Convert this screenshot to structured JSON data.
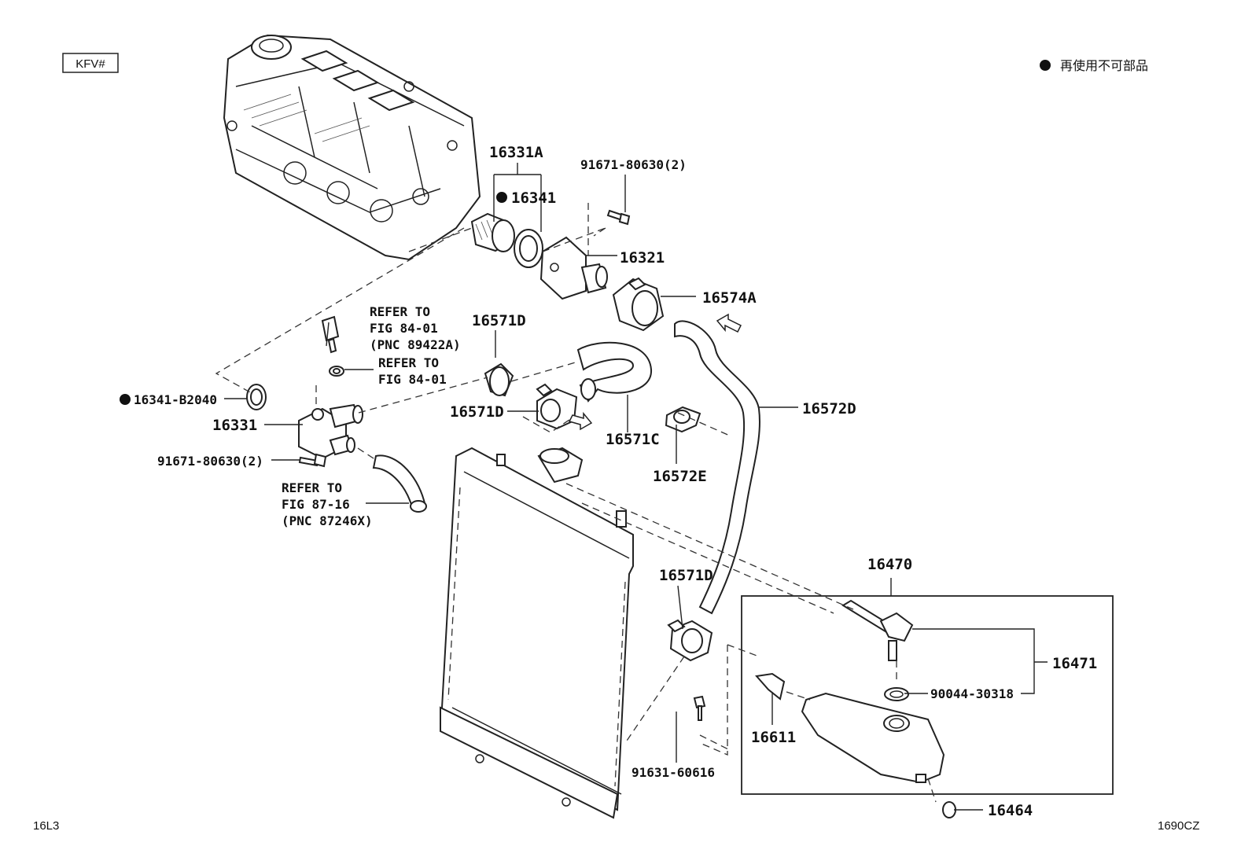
{
  "header": {
    "model_code": "KFV#",
    "legend_text": "再使用不可部品"
  },
  "footer": {
    "left_code": "16L3",
    "right_code": "1690CZ"
  },
  "parts": {
    "p16331A": "16331A",
    "p16341": "16341",
    "p91671_top": "91671-80630(2)",
    "p16321": "16321",
    "p16574A": "16574A",
    "p16572D": "16572D",
    "p16571D_a": "16571D",
    "p16571D_b": "16571D",
    "p16571C": "16571C",
    "p16572E": "16572E",
    "p16341_B2040": "16341-B2040",
    "p16331": "16331",
    "p91671_mid": "91671-80630(2)",
    "p16571D_c": "16571D",
    "p16470": "16470",
    "p16471": "16471",
    "p90044": "90044-30318",
    "p16611": "16611",
    "p91631": "91631-60616",
    "p16464": "16464"
  },
  "refs": {
    "ref1": {
      "l1": "REFER TO",
      "l2": "FIG 84-01",
      "l3": "(PNC 89422A)"
    },
    "ref2": {
      "l1": "REFER TO",
      "l2": "FIG 84-01"
    },
    "ref3": {
      "l1": "REFER TO",
      "l2": "FIG 87-16",
      "l3": "(PNC 87246X)"
    }
  },
  "icons": {
    "non_reusable_marker": "filled-circle-icon",
    "flow_arrow": "hollow-arrow-icon"
  },
  "colors": {
    "line": "#222222",
    "background": "#ffffff"
  }
}
